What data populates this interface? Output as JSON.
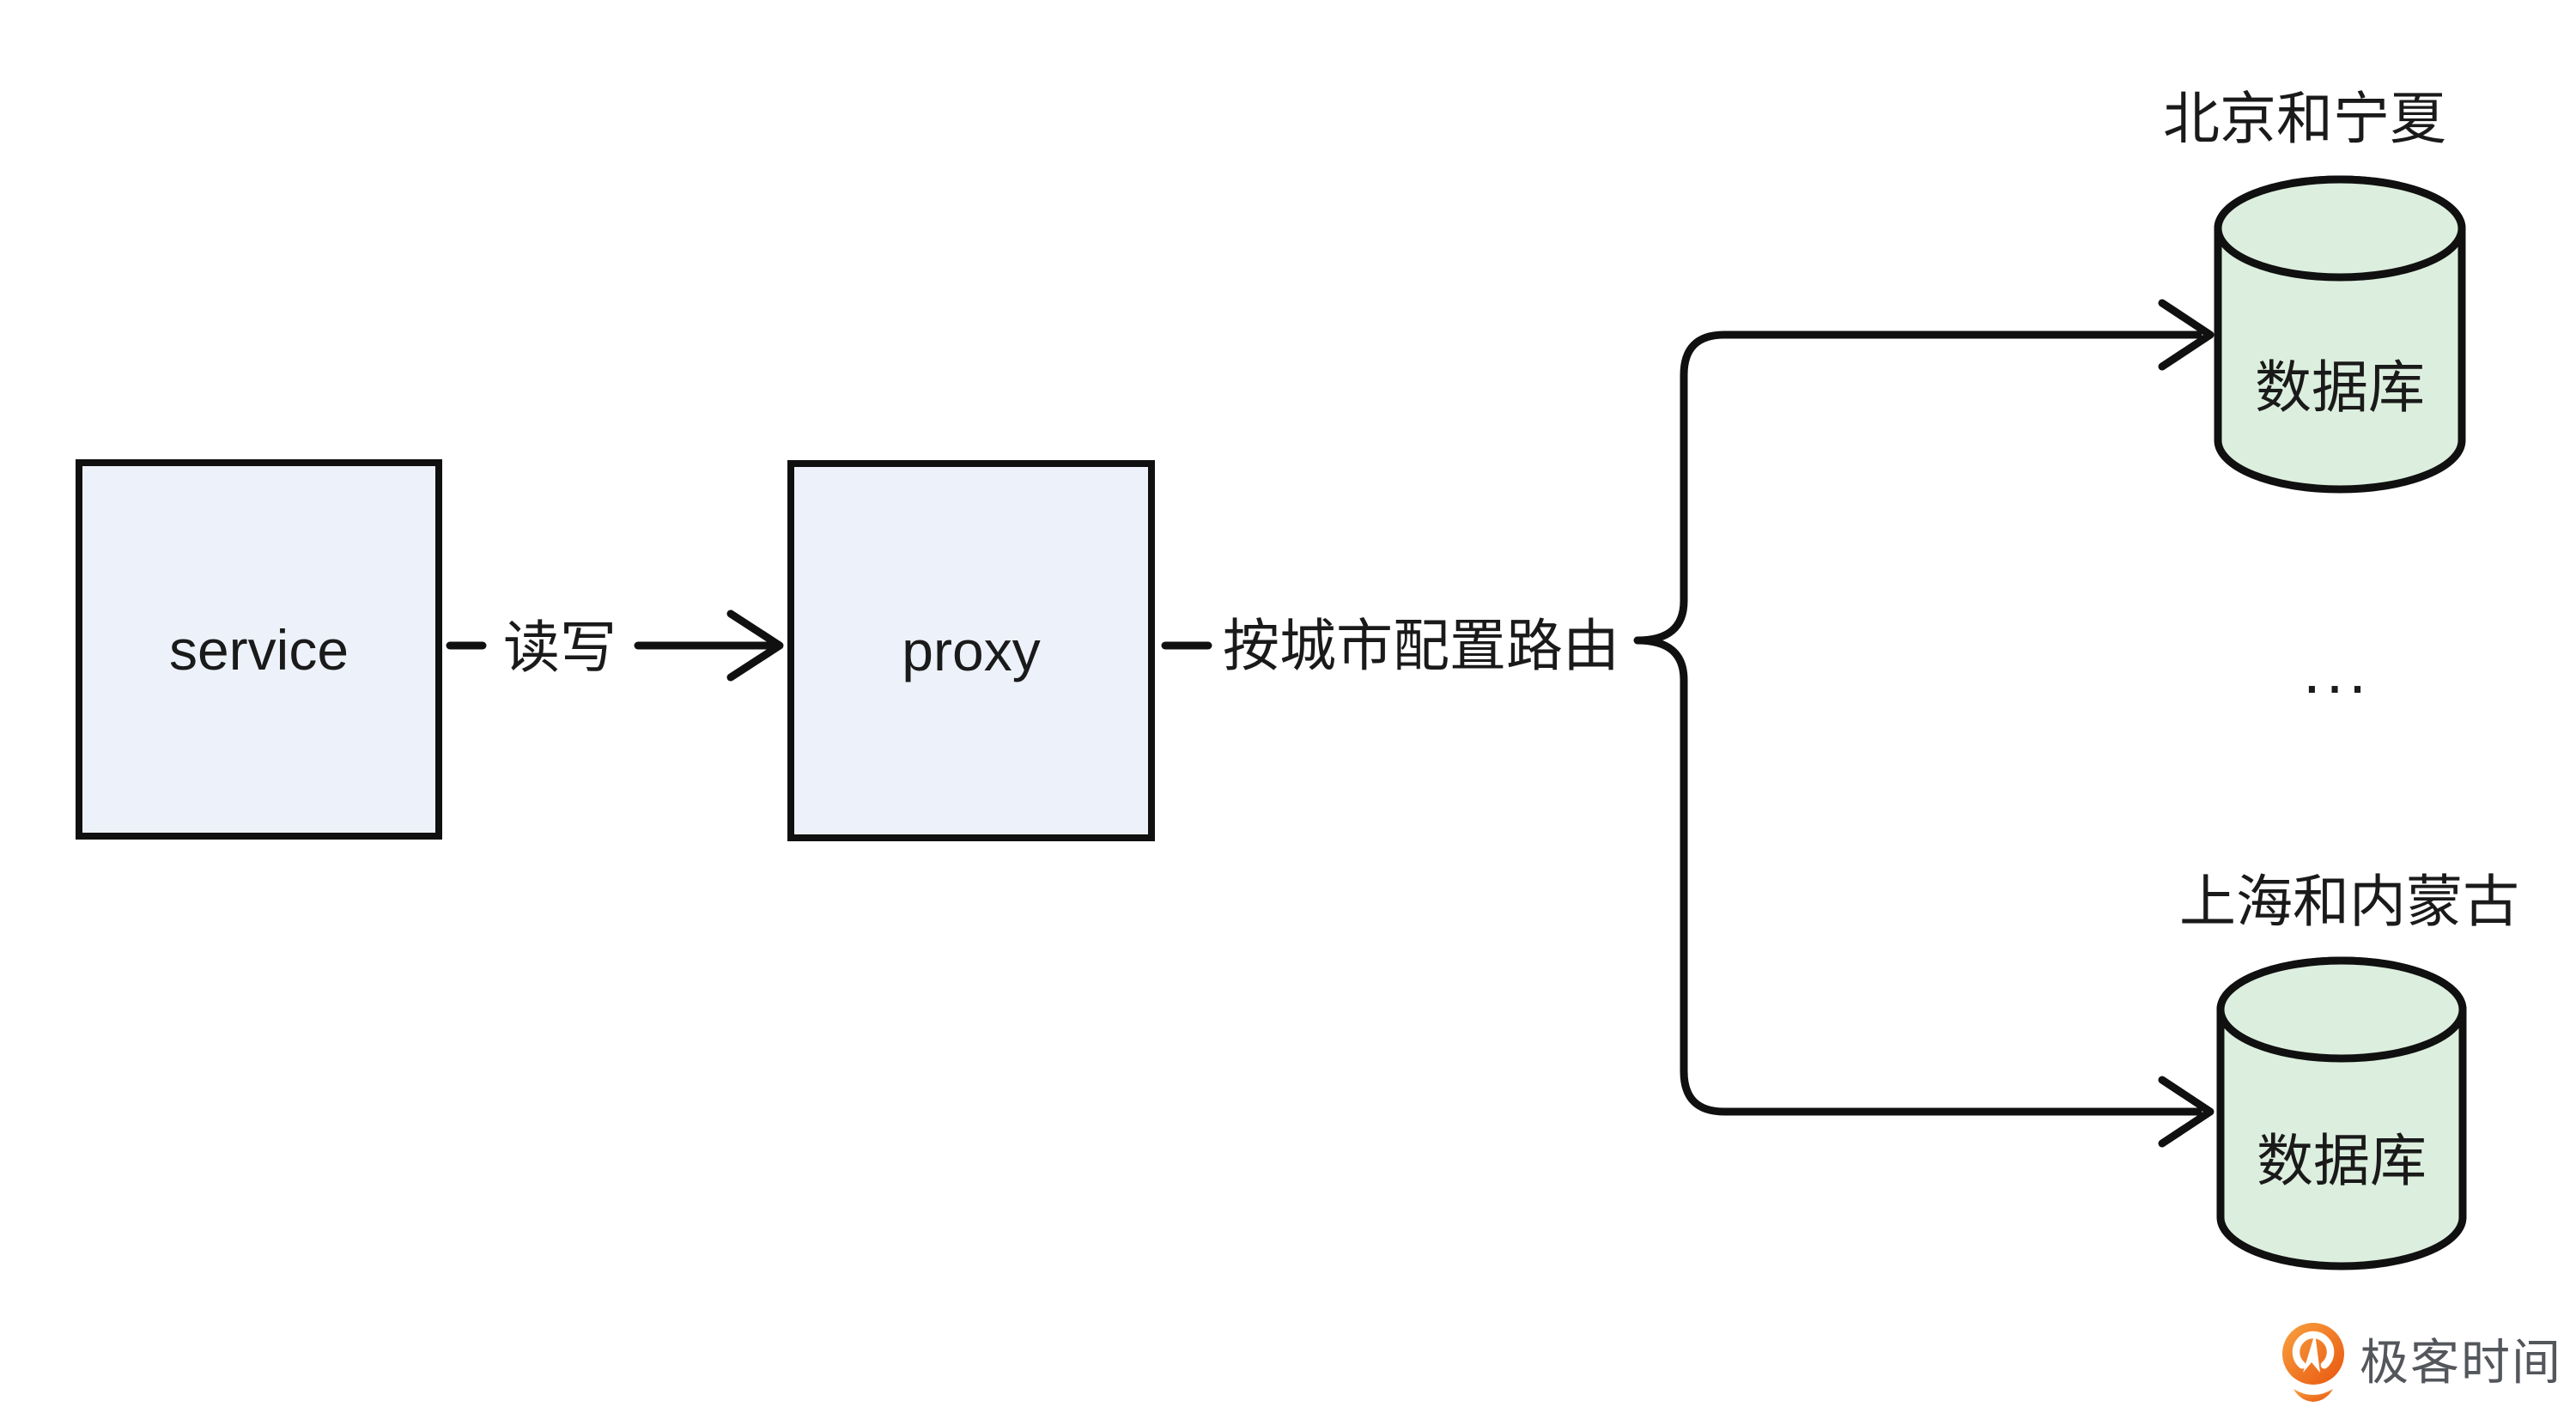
{
  "colors": {
    "node_fill": "#EDF1FA",
    "node_stroke": "#101010",
    "db_fill": "#DCEEDE",
    "line_color": "#101010",
    "text_color": "#1A1A1A",
    "logo_orange_light": "#F9A241",
    "logo_orange_dark": "#E8560E",
    "logo_text_color": "#53565B"
  },
  "diagram": {
    "nodes": {
      "service": {
        "label": "service"
      },
      "proxy": {
        "label": "proxy"
      }
    },
    "edges": {
      "service_to_proxy": {
        "label": "读写"
      },
      "proxy_to_branches": {
        "label": "按城市配置路由"
      }
    },
    "branches": {
      "top": {
        "title": "北京和宁夏",
        "db_label": "数据库"
      },
      "middle": {
        "ellipsis": "..."
      },
      "bottom": {
        "title": "上海和内蒙古",
        "db_label": "数据库"
      }
    }
  },
  "branding": {
    "logo_text": "极客时间"
  }
}
